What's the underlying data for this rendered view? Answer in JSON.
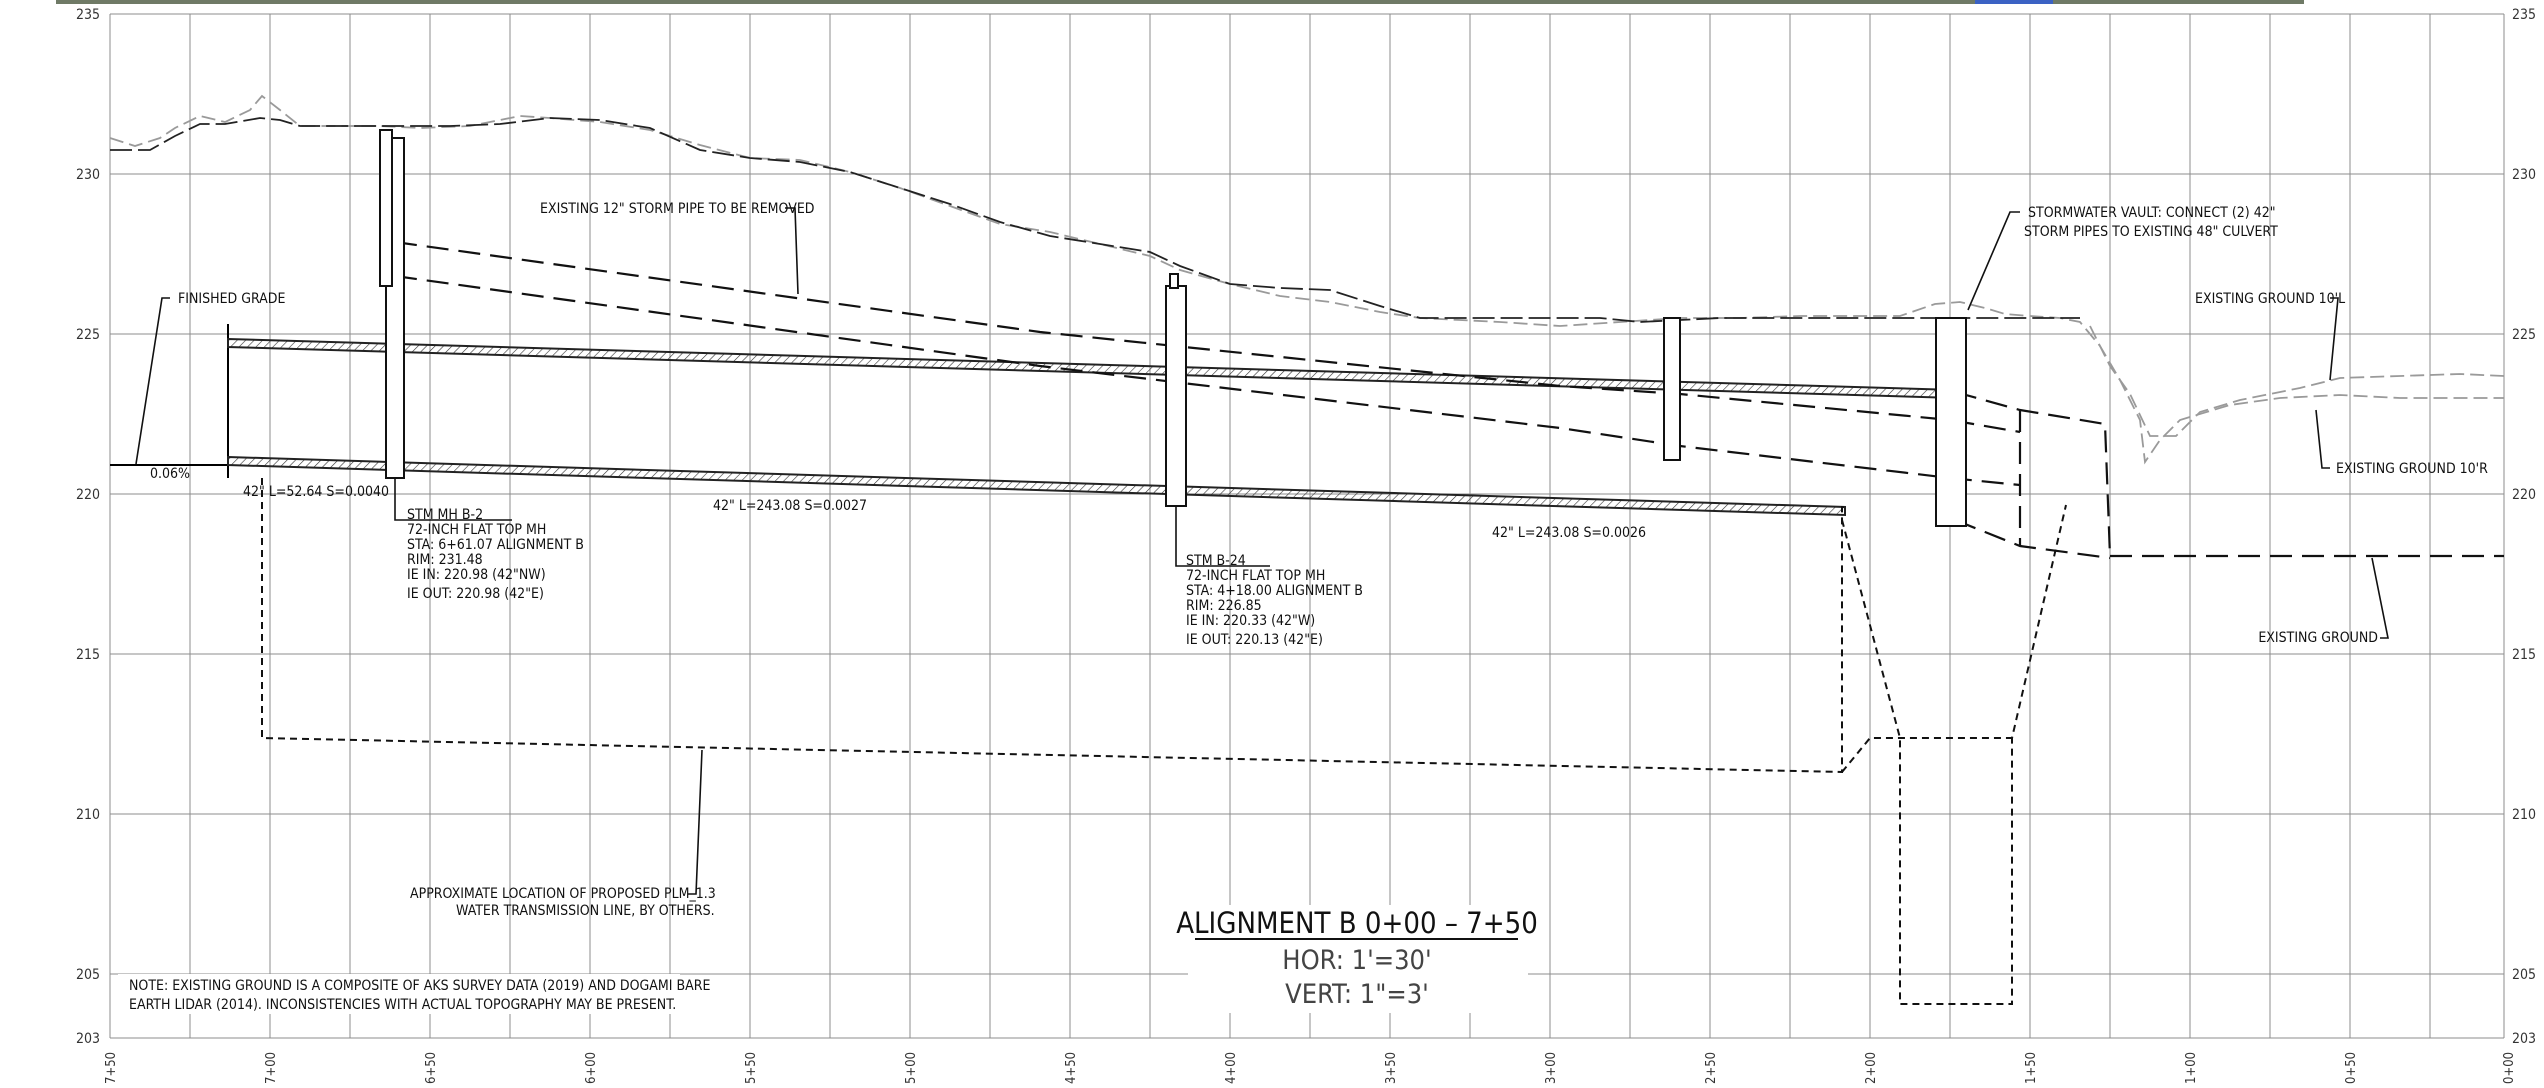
{
  "axes": {
    "elevation_labels": [
      "235",
      "230",
      "225",
      "220",
      "215",
      "210",
      "205",
      "203"
    ],
    "station_labels": [
      "7+50",
      "7+00",
      "6+50",
      "6+00",
      "5+50",
      "5+00",
      "4+50",
      "4+00",
      "3+50",
      "3+00",
      "2+50",
      "2+00",
      "1+50",
      "1+00",
      "0+50",
      "0+00"
    ]
  },
  "title": {
    "main": "ALIGNMENT B 0+00 – 7+50",
    "horizontal_scale": "HOR: 1'=30'",
    "vertical_scale": "VERT: 1\"=3'"
  },
  "note": {
    "line1": "NOTE: EXISTING GROUND IS A COMPOSITE OF AKS SURVEY DATA (2019) AND DOGAMI BARE",
    "line2": "EARTH LIDAR (2014). INCONSISTENCIES WITH ACTUAL TOPOGRAPHY MAY BE PRESENT."
  },
  "callouts": {
    "finished_grade": "FINISHED GRADE",
    "existing_storm": "EXISTING 12\" STORM PIPE TO BE REMOVED",
    "vault_line1": "STORMWATER VAULT: CONNECT (2) 42\"",
    "vault_line2": "STORM PIPES TO EXISTING 48\" CULVERT",
    "ground_10l": "EXISTING GROUND 10'L",
    "ground_10r": "EXISTING GROUND 10'R",
    "existing_ground": "EXISTING GROUND",
    "plm_line1": "APPROXIMATE LOCATION OF PROPOSED PLM_1.3",
    "plm_line2": "WATER TRANSMISSION LINE, BY OTHERS."
  },
  "pipe_labels": {
    "slope": "0.06%",
    "segment1": "42\" L=52.64 S=0.0040",
    "segment2": "42\" L=243.08 S=0.0027",
    "segment3": "42\" L=243.08 S=0.0026"
  },
  "manholes": {
    "mh_b2": {
      "name": "STM MH B-2",
      "type": "72-INCH FLAT TOP MH",
      "sta": "STA: 6+61.07 ALIGNMENT B",
      "rim": "RIM: 231.48",
      "ie_in": "IE IN: 220.98 (42\"NW)",
      "ie_out": "IE OUT: 220.98 (42\"E)"
    },
    "mh_b24": {
      "name": "STM B-24",
      "type": "72-INCH FLAT TOP MH",
      "sta": "STA: 4+18.00 ALIGNMENT B",
      "rim": "RIM: 226.85",
      "ie_in": "IE IN: 220.33 (42\"W)",
      "ie_out": "IE OUT: 220.13 (42\"E)"
    }
  }
}
